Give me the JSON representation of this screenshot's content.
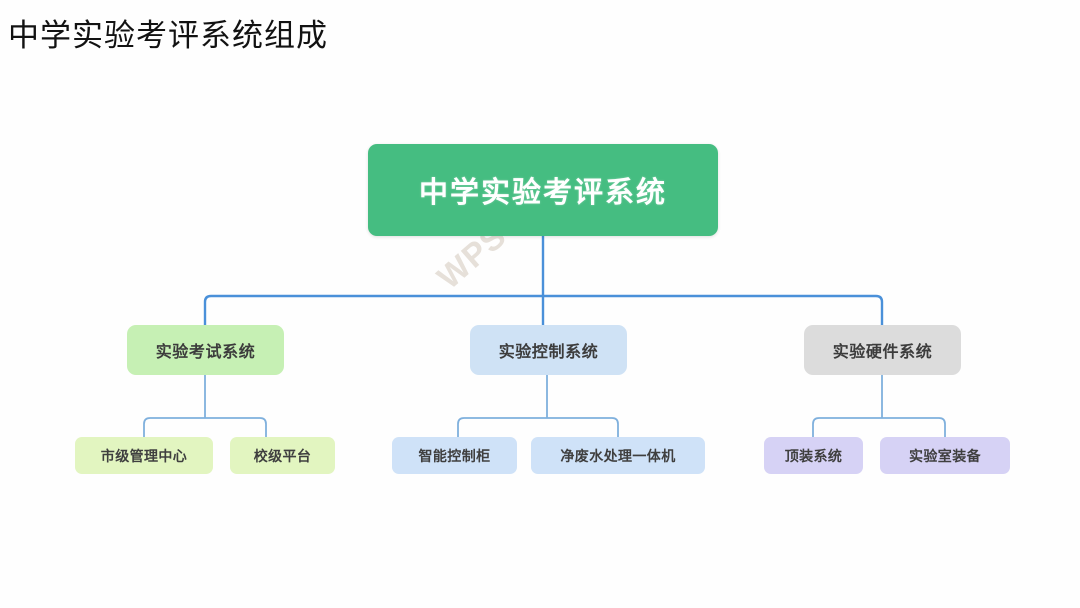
{
  "page": {
    "title": "中学实验考评系统组成",
    "background": "#fefefe"
  },
  "watermark": {
    "text": "WPS Mind",
    "color": "#d8cfc4"
  },
  "colors": {
    "root_fill": "#45bd81",
    "root_text": "#ffffff",
    "branch1_fill": "#c6f0b4",
    "branch2_fill": "#cfe2f5",
    "branch3_fill": "#dcdcdc",
    "leaf1_fill": "#e2f5c0",
    "leaf2_fill": "#cfe2f8",
    "leaf3_fill": "#d6d2f5",
    "connector_primary": "#4a90d9",
    "connector_secondary": "#7fb0dd",
    "node_text": "#3c3c3c"
  },
  "chart_data": {
    "type": "diagram",
    "diagram_type": "organization-tree",
    "title": "中学实验考评系统组成",
    "root": {
      "label": "中学实验考评系统",
      "fill": "#45bd81",
      "text_color": "#ffffff",
      "children": [
        {
          "label": "实验考试系统",
          "fill": "#c6f0b4",
          "children": [
            {
              "label": "市级管理中心",
              "fill": "#e2f5c0"
            },
            {
              "label": "校级平台",
              "fill": "#e2f5c0"
            }
          ]
        },
        {
          "label": "实验控制系统",
          "fill": "#cfe2f5",
          "children": [
            {
              "label": "智能控制柜",
              "fill": "#cfe2f8"
            },
            {
              "label": "净废水处理一体机",
              "fill": "#cfe2f8"
            }
          ]
        },
        {
          "label": "实验硬件系统",
          "fill": "#dcdcdc",
          "children": [
            {
              "label": "顶装系统",
              "fill": "#d6d2f5"
            },
            {
              "label": "实验室装备",
              "fill": "#d6d2f5"
            }
          ]
        }
      ]
    }
  },
  "nodes": {
    "root": {
      "label": "中学实验考评系统"
    },
    "branch_exam": {
      "label": "实验考试系统"
    },
    "branch_control": {
      "label": "实验控制系统"
    },
    "branch_hardware": {
      "label": "实验硬件系统"
    },
    "leaf_city_center": {
      "label": "市级管理中心"
    },
    "leaf_school_platform": {
      "label": "校级平台"
    },
    "leaf_smart_cabinet": {
      "label": "智能控制柜"
    },
    "leaf_wastewater": {
      "label": "净废水处理一体机"
    },
    "leaf_top_system": {
      "label": "顶装系统"
    },
    "leaf_lab_equipment": {
      "label": "实验室装备"
    }
  }
}
